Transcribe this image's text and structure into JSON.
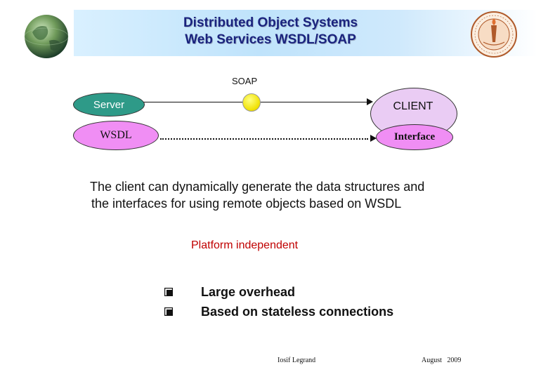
{
  "header": {
    "title_line1": "Distributed Object Systems",
    "title_line2": "Web Services  WSDL/SOAP",
    "left_logo_icon": "globe-icon",
    "right_logo_icon": "caltech-seal-icon"
  },
  "diagram": {
    "soap_label": "SOAP",
    "server_label": "Server",
    "wsdl_label": "WSDL",
    "client_label": "CLIENT",
    "interface_label": "Interface"
  },
  "content": {
    "body_line1": "The client can dynamically generate the data structures and",
    "body_line2": "the interfaces for using remote objects based on WSDL",
    "platform": "Platform independent",
    "bullets": [
      "Large overhead",
      "Based on stateless connections"
    ]
  },
  "footer": {
    "author": "Iosif Legrand",
    "date": "August   2009"
  },
  "colors": {
    "title": "#1a237e",
    "server_oval": "#2e9a88",
    "pink_oval": "#f08ef4",
    "client_oval": "#eaccf4",
    "soap_dot": "#f0e000",
    "platform_text": "#c00000"
  }
}
